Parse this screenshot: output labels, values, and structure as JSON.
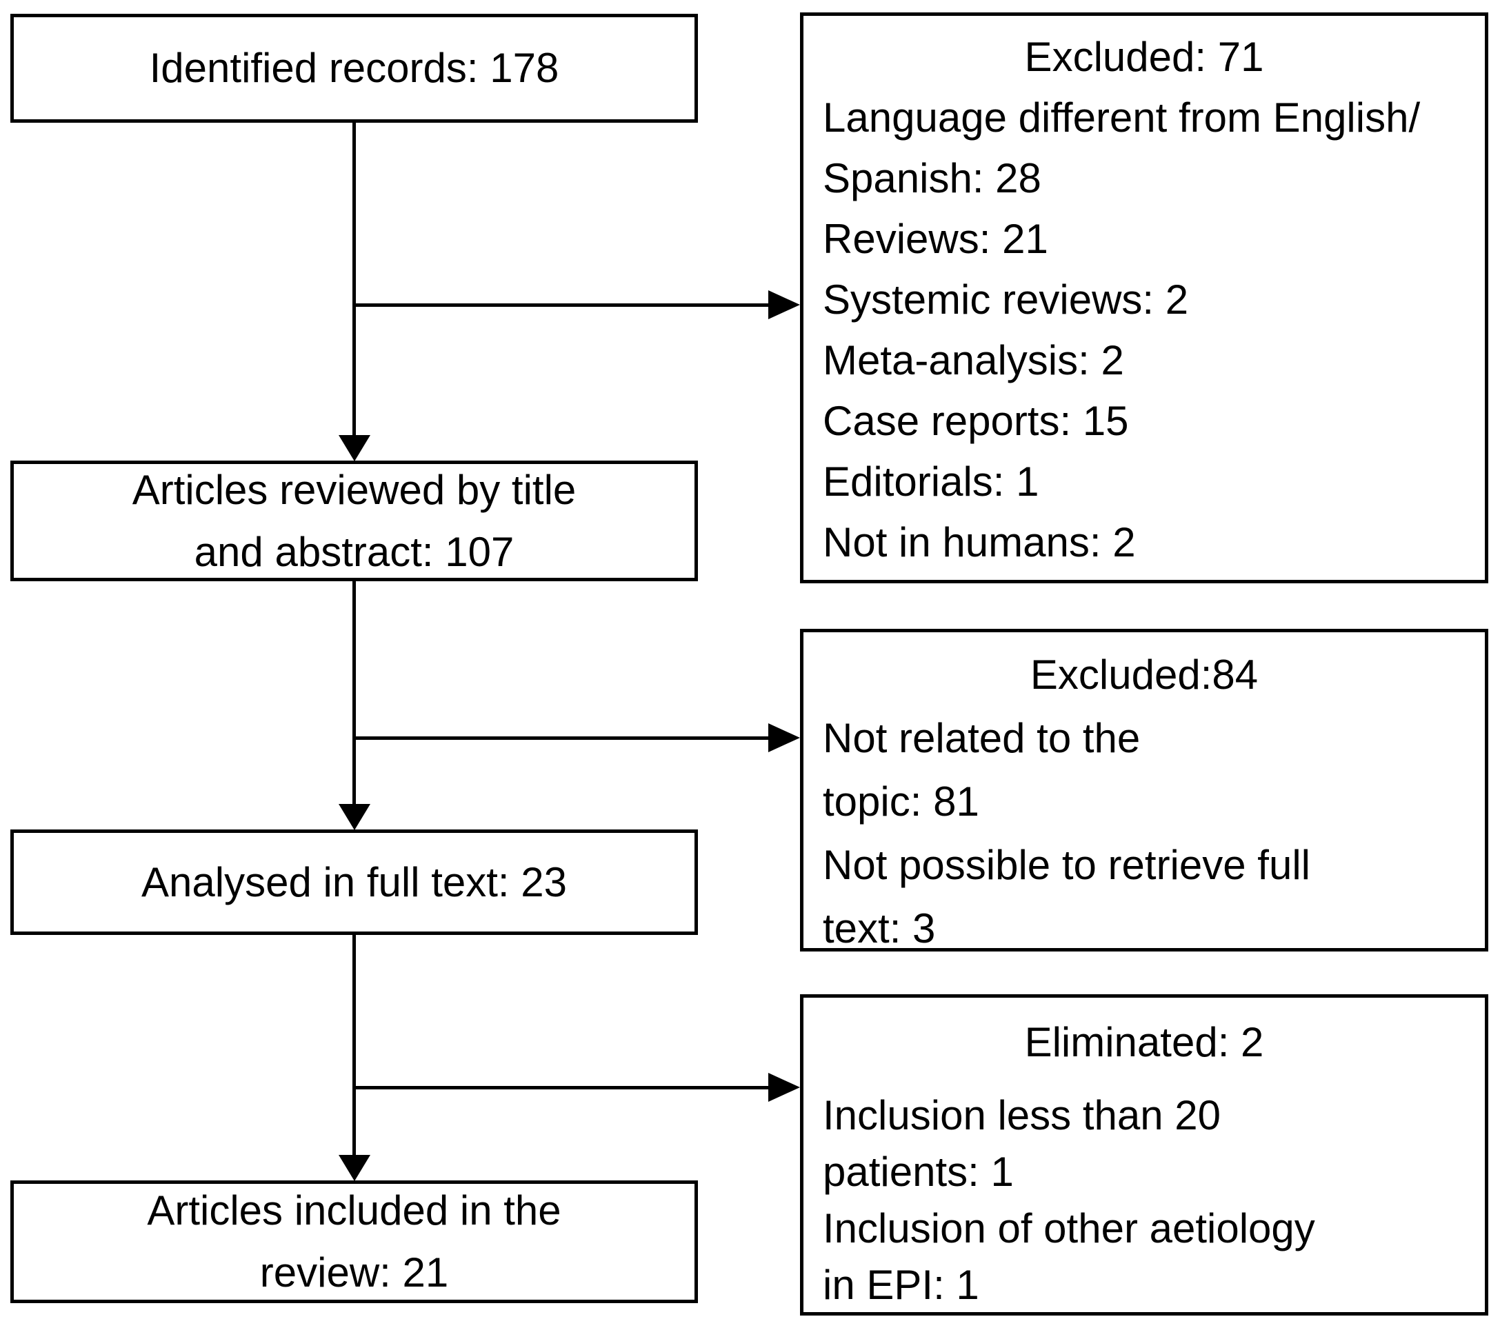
{
  "flowchart": {
    "colors": {
      "line": "#000000",
      "background": "#ffffff",
      "text": "#000000"
    },
    "main_boxes": [
      {
        "lines": [
          "Identified records: 178"
        ]
      },
      {
        "lines": [
          "Articles reviewed by title",
          "and abstract: 107"
        ]
      },
      {
        "lines": [
          "Analysed in full text: 23"
        ]
      },
      {
        "lines": [
          "Articles included in the",
          "review: 21"
        ]
      }
    ],
    "side_boxes": [
      {
        "heading": "Excluded: 71",
        "lines": [
          "Language different from English/",
          "Spanish: 28",
          "Reviews: 21",
          "Systemic reviews: 2",
          "Meta-analysis: 2",
          "Case reports: 15",
          "Editorials: 1",
          "Not in humans: 2"
        ]
      },
      {
        "heading": "Excluded:84",
        "lines": [
          "Not related to the",
          "topic: 81",
          "Not possible to retrieve full",
          "text: 3"
        ]
      },
      {
        "heading": "Eliminated: 2",
        "lines": [
          "Inclusion less than 20",
          "patients: 1",
          "Inclusion of other aetiology",
          "in EPI: 1"
        ]
      }
    ]
  }
}
